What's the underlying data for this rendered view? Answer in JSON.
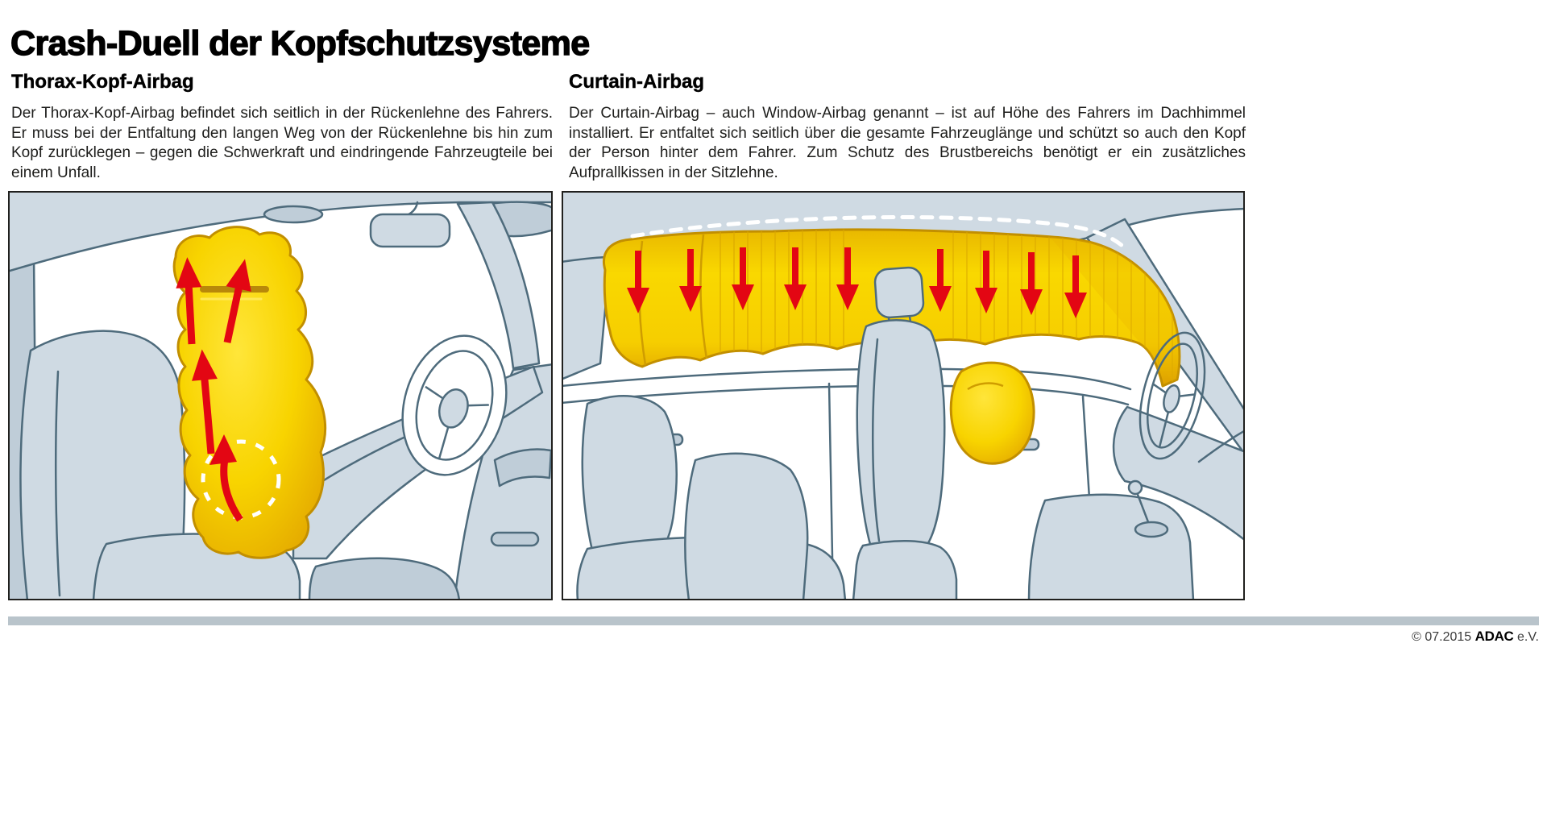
{
  "header": {
    "title": "Crash-Duell der Kopfschutzsysteme"
  },
  "columns": {
    "thorax": {
      "heading": "Thorax-Kopf-Airbag",
      "body": "Der Thorax-Kopf-Airbag befindet sich seitlich in der Rückenlehne des Fahrers. Er muss bei der Entfaltung den langen Weg von der Rückenlehne bis hin zum Kopf zurücklegen – gegen die Schwerkraft und eindringende Fahrzeugteile bei einem Unfall."
    },
    "curtain": {
      "heading": "Curtain-Airbag",
      "body": "Der Curtain-Airbag – auch Window-Airbag genannt – ist auf Höhe des Fahrers im Dachhimmel installiert. Er entfaltet sich seitlich über die gesamte Fahrzeuglänge und schützt so auch den Kopf der Person hinter dem Fahrer. Zum Schutz des Brustbereichs benötigt er ein zusätzliches Aufprallkissen in der Sitzlehne."
    }
  },
  "footer": {
    "copyright": "© 07.2015",
    "brand": "ADAC",
    "entity": "e.V."
  },
  "colors": {
    "airbag_yellow": "#f8d400",
    "airbag_edge": "#c28f00",
    "arrow_red": "#e30613",
    "car_fill": "#cfdae3",
    "car_outline": "#4e6b7c",
    "footer_bar": "#b9c4cb"
  },
  "icons": {
    "deployment_arrows": "red arrows showing upward deployment path",
    "downward_arrows": "red arrows showing downward curtain deployment",
    "origin_circle": "white dashed circle marking airbag origin in seat back",
    "roof_dashed_line": "white dashed line marking curtain module in roof liner"
  }
}
